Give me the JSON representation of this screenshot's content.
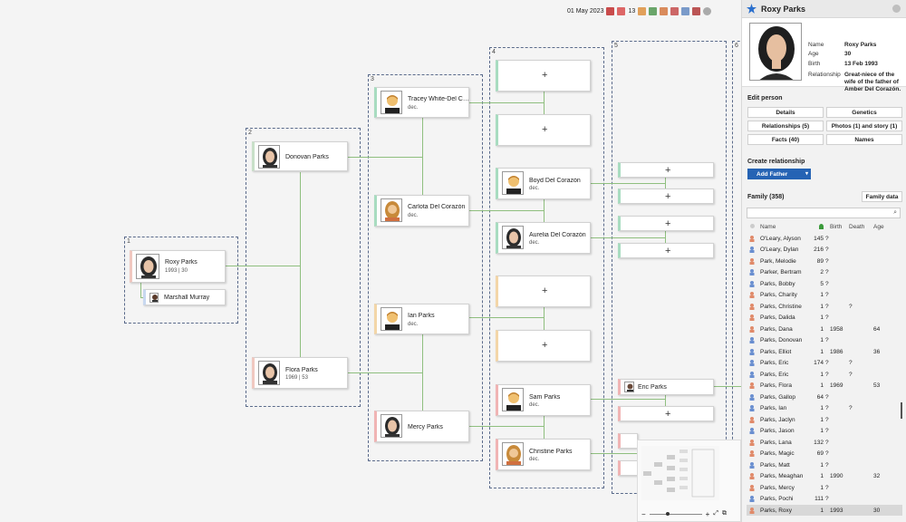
{
  "toolbar": {
    "date": "01 May 2023",
    "count": "13"
  },
  "generations": [
    "1",
    "2",
    "3",
    "4",
    "5",
    "6"
  ],
  "plus": "+",
  "tree": {
    "root": {
      "name": "Roxy Parks",
      "sub": "1993 | 30"
    },
    "spouse": {
      "name": "Marshall Murray"
    },
    "father": {
      "name": "Donovan Parks"
    },
    "mother": {
      "name": "Flora Parks",
      "sub": "1969 | 53"
    },
    "pgf": {
      "name": "Tracey White-Del Corazón",
      "sub": "dec."
    },
    "pgm": {
      "name": "Carlota Del Corazón",
      "sub": "dec."
    },
    "mgf": {
      "name": "Ian Parks",
      "sub": "dec."
    },
    "mgm": {
      "name": "Mercy Parks"
    },
    "g4a": {
      "name": "Boyd Del Corazón",
      "sub": "dec."
    },
    "g4b": {
      "name": "Aurelia Del Corazón",
      "sub": "dec."
    },
    "g4c": {
      "name": "Sam Parks",
      "sub": "dec."
    },
    "g4d": {
      "name": "Christine Parks",
      "sub": "dec."
    },
    "g5": {
      "name": "Eric Parks"
    }
  },
  "panel": {
    "title": "Roxy Parks",
    "info": {
      "name_label": "Name",
      "name": "Roxy Parks",
      "age_label": "Age",
      "age": "30",
      "birth_label": "Birth",
      "birth": "13 Feb 1993",
      "rel_label": "Relationship",
      "rel": "Great-niece of the wife of the father of Amber Del Corazón."
    },
    "edit_title": "Edit person",
    "edit_buttons": [
      "Details",
      "Genetics",
      "Relationships (5)",
      "Photos (1) and story (1)",
      "Facts (40)",
      "Names"
    ],
    "create_title": "Create relationship",
    "add_father": "Add Father",
    "family_title": "Family (358)",
    "family_data": "Family data",
    "columns": {
      "name": "Name",
      "birth": "Birth",
      "death": "Death",
      "age": "Age"
    },
    "family": [
      {
        "n": "O'Leary, Alyson",
        "c": "145",
        "q": "?",
        "b": "",
        "d": "",
        "a": "",
        "s": "f"
      },
      {
        "n": "O'Leary, Dylan",
        "c": "216",
        "q": "?",
        "b": "",
        "d": "",
        "a": "",
        "s": "m"
      },
      {
        "n": "Park, Melodie",
        "c": "89",
        "q": "?",
        "b": "",
        "d": "",
        "a": "",
        "s": "f"
      },
      {
        "n": "Parker, Bertram",
        "c": "2",
        "q": "?",
        "b": "",
        "d": "",
        "a": "",
        "s": "m"
      },
      {
        "n": "Parks, Bobby",
        "c": "5",
        "q": "?",
        "b": "",
        "d": "",
        "a": "",
        "s": "m"
      },
      {
        "n": "Parks, Charity",
        "c": "1",
        "q": "?",
        "b": "",
        "d": "",
        "a": "",
        "s": "f"
      },
      {
        "n": "Parks, Christine",
        "c": "1",
        "q": "?",
        "b": "",
        "d": "?",
        "a": "",
        "s": "f"
      },
      {
        "n": "Parks, Dalida",
        "c": "1",
        "q": "?",
        "b": "",
        "d": "",
        "a": "",
        "s": "f"
      },
      {
        "n": "Parks, Dana",
        "c": "1",
        "q": "",
        "b": "1958",
        "d": "",
        "a": "64",
        "s": "f"
      },
      {
        "n": "Parks, Donovan",
        "c": "1",
        "q": "?",
        "b": "",
        "d": "",
        "a": "",
        "s": "m"
      },
      {
        "n": "Parks, Elliot",
        "c": "1",
        "q": "",
        "b": "1986",
        "d": "",
        "a": "36",
        "s": "m"
      },
      {
        "n": "Parks, Eric",
        "c": "174",
        "q": "?",
        "b": "",
        "d": "?",
        "a": "",
        "s": "m"
      },
      {
        "n": "Parks, Eric",
        "c": "1",
        "q": "?",
        "b": "",
        "d": "?",
        "a": "",
        "s": "m"
      },
      {
        "n": "Parks, Flora",
        "c": "1",
        "q": "",
        "b": "1969",
        "d": "",
        "a": "53",
        "s": "f"
      },
      {
        "n": "Parks, Gallop",
        "c": "64",
        "q": "?",
        "b": "",
        "d": "",
        "a": "",
        "s": "m"
      },
      {
        "n": "Parks, Ian",
        "c": "1",
        "q": "?",
        "b": "",
        "d": "?",
        "a": "",
        "s": "m"
      },
      {
        "n": "Parks, Jaclyn",
        "c": "1",
        "q": "?",
        "b": "",
        "d": "",
        "a": "",
        "s": "f"
      },
      {
        "n": "Parks, Jason",
        "c": "1",
        "q": "?",
        "b": "",
        "d": "",
        "a": "",
        "s": "m"
      },
      {
        "n": "Parks, Lana",
        "c": "132",
        "q": "?",
        "b": "",
        "d": "",
        "a": "",
        "s": "f"
      },
      {
        "n": "Parks, Magic",
        "c": "69",
        "q": "?",
        "b": "",
        "d": "",
        "a": "",
        "s": "f"
      },
      {
        "n": "Parks, Matt",
        "c": "1",
        "q": "?",
        "b": "",
        "d": "",
        "a": "",
        "s": "m"
      },
      {
        "n": "Parks, Meaghan",
        "c": "1",
        "q": "",
        "b": "1990",
        "d": "",
        "a": "32",
        "s": "f"
      },
      {
        "n": "Parks, Mercy",
        "c": "1",
        "q": "?",
        "b": "",
        "d": "",
        "a": "",
        "s": "f"
      },
      {
        "n": "Parks, Pochi",
        "c": "111",
        "q": "?",
        "b": "",
        "d": "",
        "a": "",
        "s": "m"
      },
      {
        "n": "Parks, Roxy",
        "c": "1",
        "q": "",
        "b": "1993",
        "d": "",
        "a": "30",
        "s": "f",
        "sel": true
      }
    ]
  }
}
